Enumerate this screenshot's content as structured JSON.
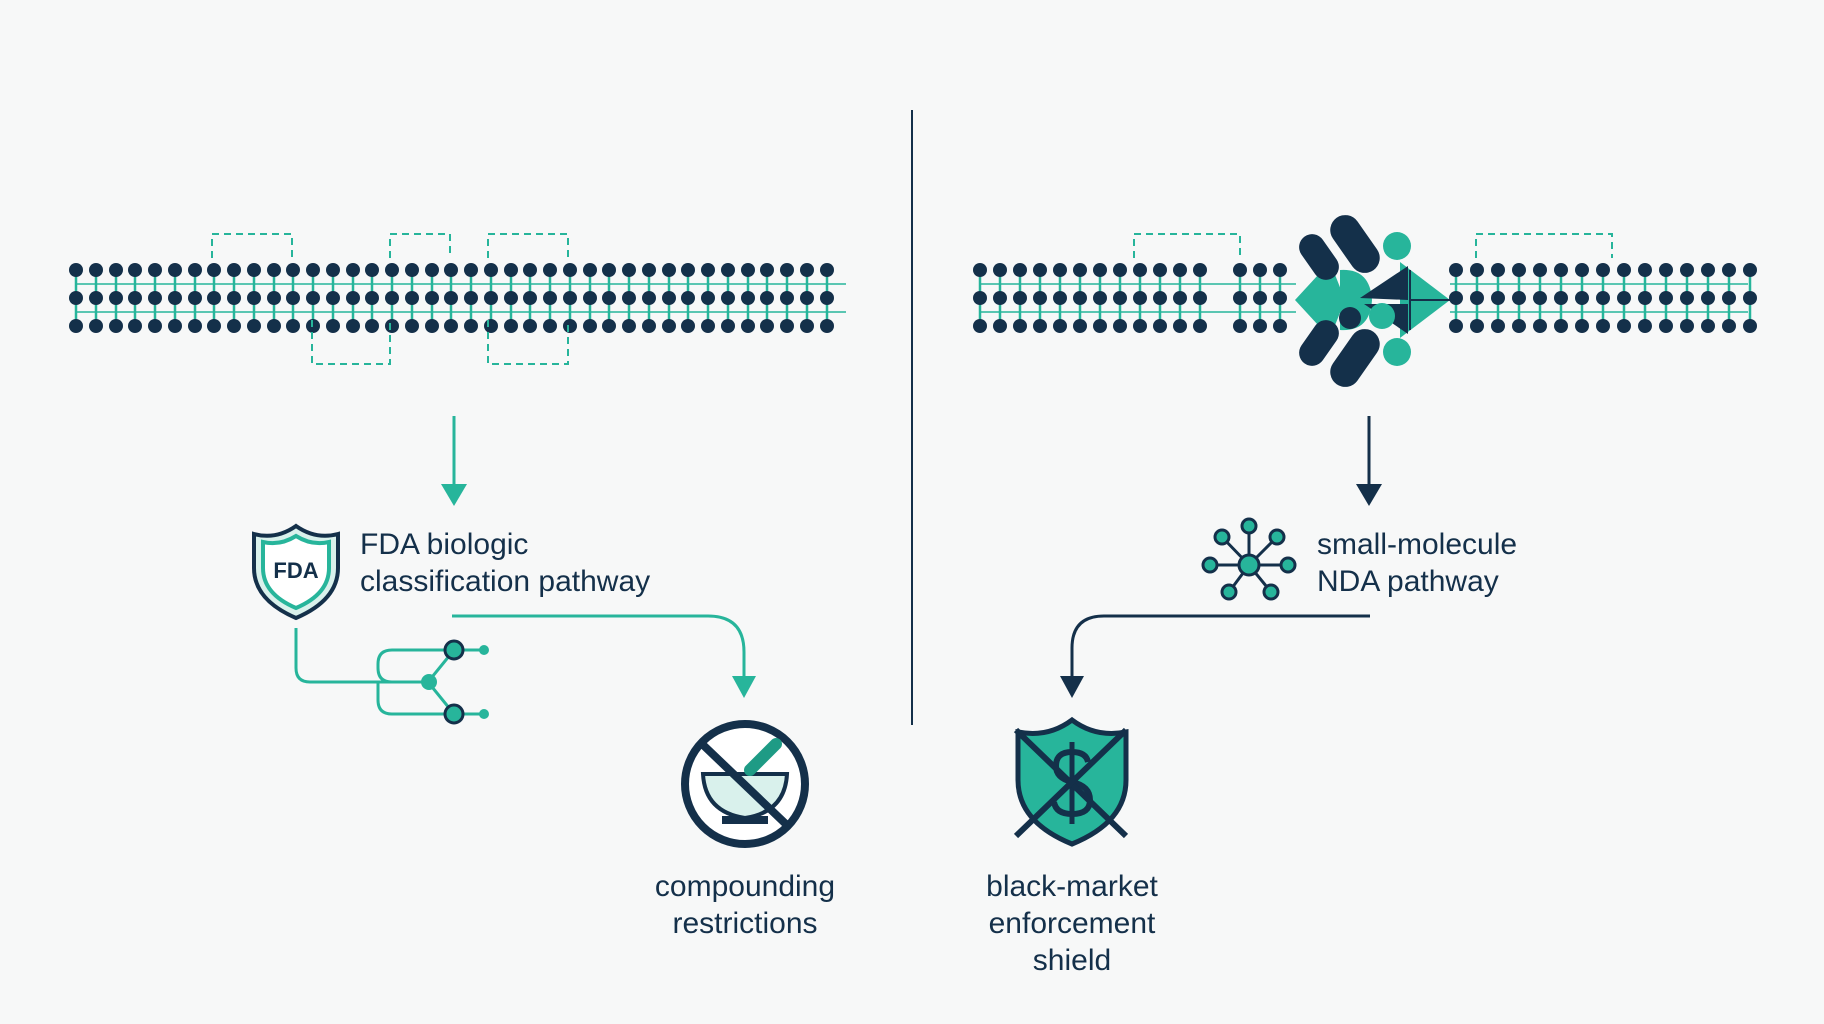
{
  "colors": {
    "navy": "#14304a",
    "teal": "#27b59b",
    "tealDark": "#1e9b85",
    "background": "#f7f8f8"
  },
  "left": {
    "pathway_label": [
      "FDA biologic",
      "classification pathway"
    ],
    "pathway_icon": "fda-shield-icon",
    "shield_text": "FDA",
    "outcome_label": [
      "compounding",
      "restrictions"
    ],
    "outcome_icon": "no-mortar-pestle-icon"
  },
  "right": {
    "pathway_label": [
      "small-molecule",
      "NDA pathway"
    ],
    "pathway_icon": "molecule-network-icon",
    "outcome_label": [
      "black-market",
      "enforcement",
      "shield"
    ],
    "outcome_icon": "crossed-dollar-shield-icon"
  }
}
